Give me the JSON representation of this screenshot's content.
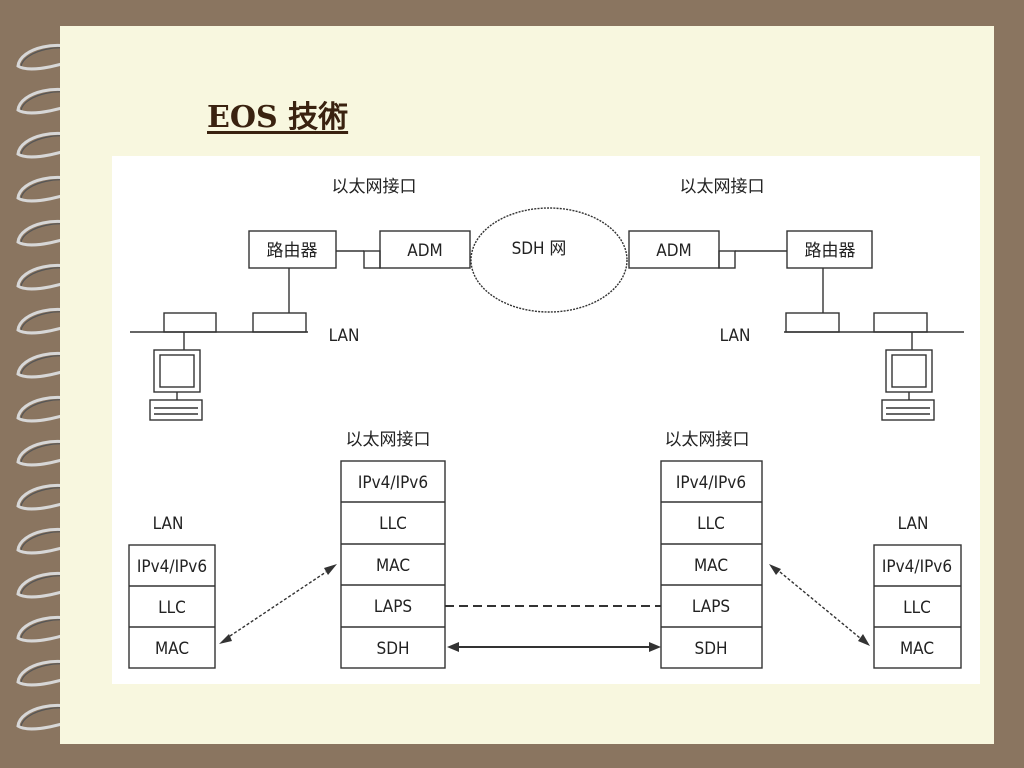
{
  "slide": {
    "title": "EOS 技術"
  },
  "diagram": {
    "top_network": {
      "ethernet_interface_label": "以太网接口",
      "router_label": "路由器",
      "adm_label": "ADM",
      "sdh_network_label": "SDH 网",
      "lan_label": "LAN"
    },
    "protocol_stacks": {
      "ethernet_interface_label": "以太网接口",
      "lan_label": "LAN",
      "edge_stack": [
        "IPv4/IPv6",
        "LLC",
        "MAC"
      ],
      "interface_stack": [
        "IPv4/IPv6",
        "LLC",
        "MAC",
        "LAPS",
        "SDH"
      ]
    }
  },
  "colors": {
    "background": "#8a7560",
    "page": "#f8f7df",
    "title": "#3a2210",
    "line": "#333333"
  }
}
